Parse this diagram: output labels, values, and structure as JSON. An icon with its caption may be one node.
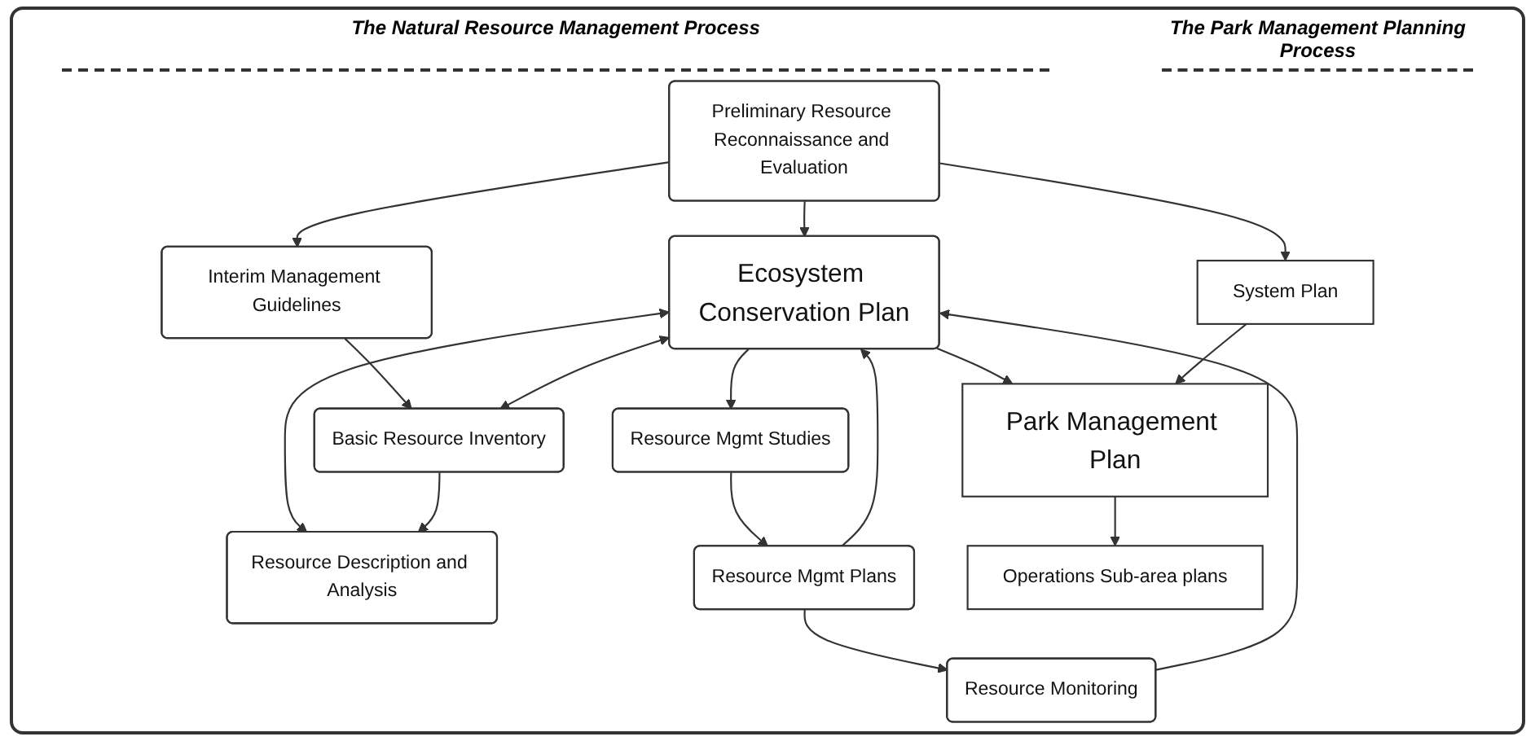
{
  "diagram": {
    "nodes": [
      {
        "text": [
          "Preliminary Resource Reconnaissance and Evaluation"
        ]
      },
      {
        "text": [
          "Interim Management Guidelines"
        ]
      },
      {
        "text": [
          "Ecosystem Conservation Plan"
        ]
      },
      {
        "text": [
          "Basic Resource Inventory"
        ]
      },
      {
        "text": [
          "Resource Description and Analysis"
        ]
      },
      {
        "text": [
          "Resource Mgmt Studies"
        ]
      },
      {
        "text": [
          "Resource Mgmt Plans"
        ]
      },
      {
        "text": [
          "Resource Monitoring"
        ]
      },
      {
        "text": [
          "System Plan"
        ]
      },
      {
        "text": [
          "Park Management Plan"
        ]
      },
      {
        "text": [
          "Operations Sub-area plans"
        ]
      }
    ],
    "edges": [
      {
        "from": 0,
        "to": 1,
        "arrow": "to"
      },
      {
        "from": 0,
        "to": 8,
        "arrow": "to"
      },
      {
        "from": 0,
        "to": 2,
        "arrow": "to"
      },
      {
        "from": 1,
        "to": 3,
        "arrow": "to"
      },
      {
        "from": 2,
        "to": 3,
        "arrow": "both"
      },
      {
        "from": 2,
        "to": 4,
        "arrow": "both"
      },
      {
        "from": 3,
        "to": 4,
        "arrow": "to"
      },
      {
        "from": 2,
        "to": 5,
        "arrow": "to"
      },
      {
        "from": 5,
        "to": 6,
        "arrow": "to"
      },
      {
        "from": 6,
        "to": 7,
        "arrow": "to"
      },
      {
        "from": 6,
        "to": 2,
        "arrow": "to"
      },
      {
        "from": 7,
        "to": 2,
        "arrow": "to"
      },
      {
        "from": 2,
        "to": 9,
        "arrow": "to"
      },
      {
        "from": 8,
        "to": 9,
        "arrow": "to"
      },
      {
        "from": 9,
        "to": 10,
        "arrow": "to"
      }
    ],
    "labels": [
      "The Natural Resource Management Process",
      "The Park Management Planning Process"
    ]
  }
}
